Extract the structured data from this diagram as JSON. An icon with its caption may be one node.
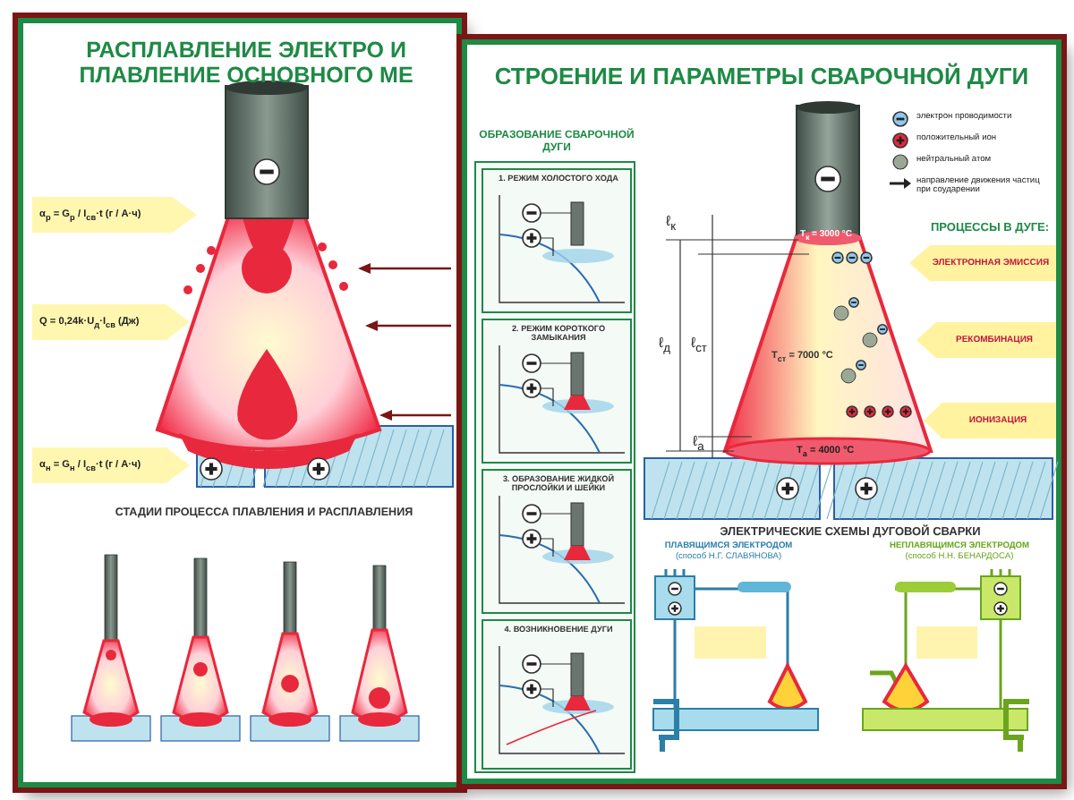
{
  "diagram": {
    "nodes": [
      {
        "text": [
          "РАСПЛАВЛЕНИЕ ЭЛЕКТРО И ПЛАВЛЕНИЕ ОСНОВНОГО МЕ"
        ]
      },
      {
        "text": [
          "α$_{р}$ = G$_{р}$ / I$_{св}$·t (г / А·ч)"
        ],
        "in": 0
      },
      {
        "text": [
          "Q = 0,24k·U$_{д}$·I$_{св}$ (Дж)"
        ],
        "in": 0
      },
      {
        "text": [
          "α$_{н}$ = G$_{н}$ / I$_{св}$·t (г / А·ч)"
        ],
        "in": 0
      },
      {
        "text": [
          "СТРОЕНИЕ И ПАРАМЕТРЫ СВАРОЧНОЙ ДУГИ"
        ]
      },
      {
        "text": [
          "ОБРАЗОВАНИЕ СВАРОЧНОЙ ДУГИ"
        ],
        "in": 4
      },
      {
        "text": [
          "1. РЕЖИМ ХОЛОСТОГО ХОДА"
        ],
        "in": 5
      },
      {
        "text": [
          "2. РЕЖИМ КОРОТКОГО ЗАМЫКАНИЯ"
        ],
        "in": 5
      },
      {
        "text": [
          "3. ОБРАЗОВАНИЕ ЖИДКОЙ ПРОСЛОЙКИ И ШЕЙКИ"
        ],
        "in": 5
      },
      {
        "text": [
          "4. ВОЗНИКНОВЕНИЕ ДУГИ"
        ],
        "in": 5
      },
      {
        "text": [
          "ЭЛЕКТРОННАЯ ЭМИССИЯ"
        ],
        "in": 4
      },
      {
        "text": [
          "РЕКОМБИНАЦИЯ"
        ],
        "in": 4
      },
      {
        "text": [
          "ИОНИЗАЦИЯ"
        ],
        "in": 4
      }
    ],
    "edges": [],
    "labels": [
      "СТАДИИ ПРОЦЕССА ПЛАВЛЕНИЯ И РАСПЛАВЛЕНИЯ",
      "ℓ$_{к}$",
      "ℓ$_{д}$",
      "ℓ$_{ст}$",
      "ℓ$_{а}$",
      "T$_{к}$ = 3000 °C",
      "T$_{ст}$ = 7000 °C",
      "T$_{а}$ = 4000 °C",
      "ПРОЦЕССЫ В ДУГЕ:",
      "ЭЛЕКТРИЧЕСКИЕ СХЕМЫ ДУГОВОЙ СВАРКИ",
      "ПЛАВЯЩИМСЯ ЭЛЕКТРОДОМ",
      "(способ Н.Г. СЛАВЯНОВА)",
      "НЕПЛАВЯЩИМСЯ ЭЛЕКТРОДОМ",
      "(способ Н.Н. БЕНАРДОСА)"
    ],
    "legend": [
      {
        "text": "электрон проводимости"
      },
      {
        "text": "положительный ион"
      },
      {
        "text": "нейтральный атом"
      },
      {
        "text": "направление движения частиц при соударении"
      }
    ]
  }
}
